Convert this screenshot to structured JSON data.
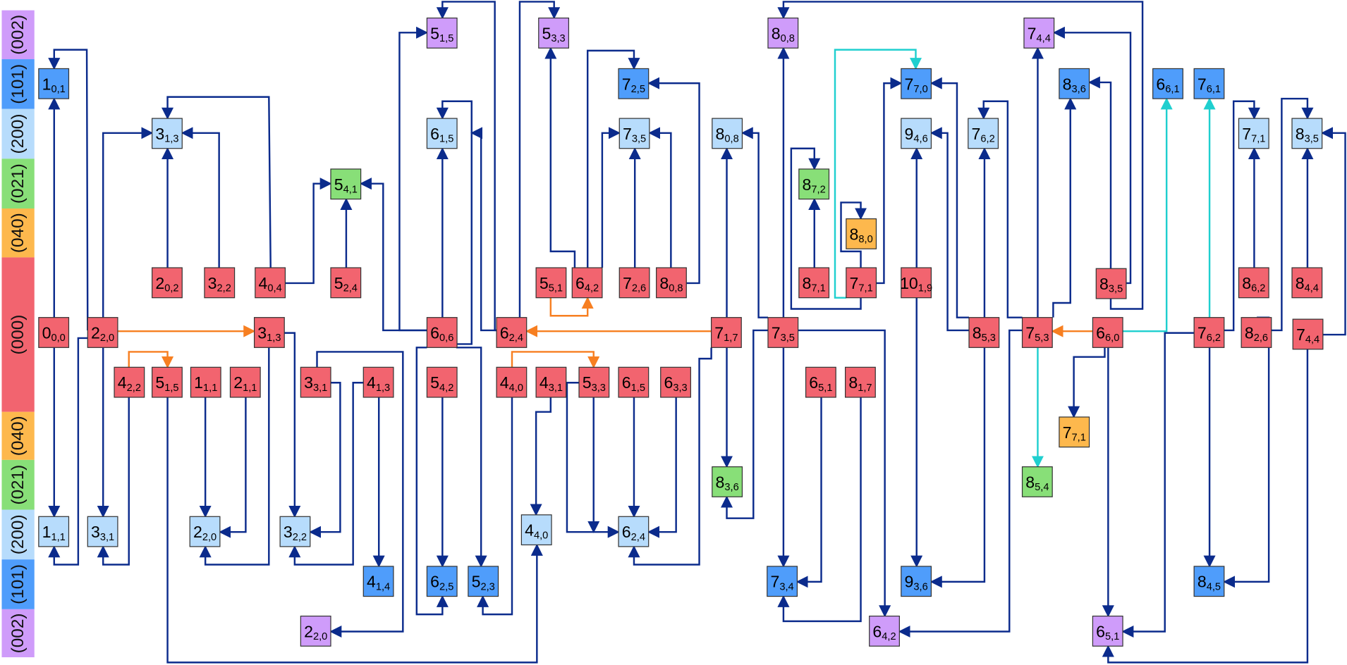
{
  "diagram": {
    "type": "state-transition-diagram",
    "bands": [
      {
        "id": "002a",
        "label": "(002)",
        "color": "#cf9cfa"
      },
      {
        "id": "101a",
        "label": "(101)",
        "color": "#4f9dfb"
      },
      {
        "id": "200a",
        "label": "(200)",
        "color": "#b7dcfc"
      },
      {
        "id": "021a",
        "label": "(021)",
        "color": "#88df78"
      },
      {
        "id": "040a",
        "label": "(040)",
        "color": "#fdb84d"
      },
      {
        "id": "000",
        "label": "(000)",
        "color": "#f2646f"
      },
      {
        "id": "040b",
        "label": "(040)",
        "color": "#fdb84d"
      },
      {
        "id": "021b",
        "label": "(021)",
        "color": "#88df78"
      },
      {
        "id": "200b",
        "label": "(200)",
        "color": "#b7dcfc"
      },
      {
        "id": "101b",
        "label": "(101)",
        "color": "#4f9dfb"
      },
      {
        "id": "002b",
        "label": "(002)",
        "color": "#cf9cfa"
      }
    ],
    "edge_colors": {
      "default": "#0b2b8c",
      "orange": "#f77f21",
      "cyan": "#1fcfcf"
    },
    "nodes": [
      {
        "id": "n1",
        "main": "1",
        "sub": "0,1",
        "band": "101a"
      },
      {
        "id": "n2",
        "main": "3",
        "sub": "1,3",
        "band": "200a"
      },
      {
        "id": "n3",
        "main": "5",
        "sub": "4,1",
        "band": "021a"
      },
      {
        "id": "n4",
        "main": "5",
        "sub": "1,5",
        "band": "002a"
      },
      {
        "id": "n5",
        "main": "6",
        "sub": "1,5",
        "band": "200a"
      },
      {
        "id": "n6",
        "main": "5",
        "sub": "3,3",
        "band": "002a"
      },
      {
        "id": "n7",
        "main": "7",
        "sub": "2,5",
        "band": "101a"
      },
      {
        "id": "n8",
        "main": "7",
        "sub": "3,5",
        "band": "200a"
      },
      {
        "id": "n9",
        "main": "8",
        "sub": "0,8",
        "band": "200a"
      },
      {
        "id": "n10",
        "main": "8",
        "sub": "0,8",
        "band": "002a"
      },
      {
        "id": "n11",
        "main": "8",
        "sub": "7,2",
        "band": "021a"
      },
      {
        "id": "n12",
        "main": "8",
        "sub": "8,0",
        "band": "040a"
      },
      {
        "id": "n13",
        "main": "7",
        "sub": "7,0",
        "band": "101a"
      },
      {
        "id": "n14",
        "main": "9",
        "sub": "4,6",
        "band": "200a"
      },
      {
        "id": "n15",
        "main": "7",
        "sub": "6,2",
        "band": "200a"
      },
      {
        "id": "n16",
        "main": "7",
        "sub": "4,4",
        "band": "002a"
      },
      {
        "id": "n17",
        "main": "8",
        "sub": "3,6",
        "band": "101a"
      },
      {
        "id": "n18",
        "main": "6",
        "sub": "6,1",
        "band": "101a"
      },
      {
        "id": "n19",
        "main": "7",
        "sub": "6,1",
        "band": "101a"
      },
      {
        "id": "n20",
        "main": "7",
        "sub": "7,1",
        "band": "200a"
      },
      {
        "id": "n21",
        "main": "8",
        "sub": "3,5",
        "band": "200a"
      },
      {
        "id": "n22",
        "main": "2",
        "sub": "0,2",
        "band": "000"
      },
      {
        "id": "n23",
        "main": "3",
        "sub": "2,2",
        "band": "000"
      },
      {
        "id": "n24",
        "main": "4",
        "sub": "0,4",
        "band": "000"
      },
      {
        "id": "n25",
        "main": "5",
        "sub": "2,4",
        "band": "000"
      },
      {
        "id": "n26",
        "main": "5",
        "sub": "5,1",
        "band": "000"
      },
      {
        "id": "n27",
        "main": "6",
        "sub": "4,2",
        "band": "000"
      },
      {
        "id": "n28",
        "main": "7",
        "sub": "2,6",
        "band": "000"
      },
      {
        "id": "n29",
        "main": "8",
        "sub": "0,8",
        "band": "000"
      },
      {
        "id": "n30",
        "main": "8",
        "sub": "7,1",
        "band": "000"
      },
      {
        "id": "n31",
        "main": "7",
        "sub": "7,1",
        "band": "000"
      },
      {
        "id": "n32",
        "main": "10",
        "sub": "1,9",
        "band": "000"
      },
      {
        "id": "n33",
        "main": "8",
        "sub": "3,5",
        "band": "000"
      },
      {
        "id": "n34",
        "main": "8",
        "sub": "6,2",
        "band": "000"
      },
      {
        "id": "n35",
        "main": "8",
        "sub": "4,4",
        "band": "000"
      },
      {
        "id": "n36",
        "main": "0",
        "sub": "0,0",
        "band": "000"
      },
      {
        "id": "n37",
        "main": "2",
        "sub": "2,0",
        "band": "000"
      },
      {
        "id": "n38",
        "main": "3",
        "sub": "1,3",
        "band": "000"
      },
      {
        "id": "n39",
        "main": "6",
        "sub": "0,6",
        "band": "000"
      },
      {
        "id": "n40",
        "main": "6",
        "sub": "2,4",
        "band": "000"
      },
      {
        "id": "n41",
        "main": "7",
        "sub": "1,7",
        "band": "000"
      },
      {
        "id": "n42",
        "main": "7",
        "sub": "3,5",
        "band": "000"
      },
      {
        "id": "n43",
        "main": "8",
        "sub": "5,3",
        "band": "000"
      },
      {
        "id": "n44",
        "main": "7",
        "sub": "5,3",
        "band": "000"
      },
      {
        "id": "n45",
        "main": "6",
        "sub": "6,0",
        "band": "000"
      },
      {
        "id": "n46",
        "main": "7",
        "sub": "6,2",
        "band": "000"
      },
      {
        "id": "n47",
        "main": "8",
        "sub": "2,6",
        "band": "000"
      },
      {
        "id": "n48",
        "main": "7",
        "sub": "4,4",
        "band": "000"
      },
      {
        "id": "n49",
        "main": "4",
        "sub": "2,2",
        "band": "000"
      },
      {
        "id": "n50",
        "main": "5",
        "sub": "1,5",
        "band": "000"
      },
      {
        "id": "n51",
        "main": "1",
        "sub": "1,1",
        "band": "000"
      },
      {
        "id": "n52",
        "main": "2",
        "sub": "1,1",
        "band": "000"
      },
      {
        "id": "n53",
        "main": "3",
        "sub": "3,1",
        "band": "000"
      },
      {
        "id": "n54",
        "main": "4",
        "sub": "1,3",
        "band": "000"
      },
      {
        "id": "n55",
        "main": "5",
        "sub": "4,2",
        "band": "000"
      },
      {
        "id": "n56",
        "main": "4",
        "sub": "4,0",
        "band": "000"
      },
      {
        "id": "n57",
        "main": "4",
        "sub": "3,1",
        "band": "000"
      },
      {
        "id": "n58",
        "main": "5",
        "sub": "3,3",
        "band": "000"
      },
      {
        "id": "n59",
        "main": "6",
        "sub": "1,5",
        "band": "000"
      },
      {
        "id": "n60",
        "main": "6",
        "sub": "3,3",
        "band": "000"
      },
      {
        "id": "n61",
        "main": "6",
        "sub": "5,1",
        "band": "000"
      },
      {
        "id": "n62",
        "main": "8",
        "sub": "1,7",
        "band": "000"
      },
      {
        "id": "n63",
        "main": "7",
        "sub": "7,1",
        "band": "040b"
      },
      {
        "id": "n64",
        "main": "8",
        "sub": "3,6",
        "band": "021b"
      },
      {
        "id": "n65",
        "main": "8",
        "sub": "5,4",
        "band": "021b"
      },
      {
        "id": "n66",
        "main": "1",
        "sub": "1,1",
        "band": "200b"
      },
      {
        "id": "n67",
        "main": "3",
        "sub": "3,1",
        "band": "200b"
      },
      {
        "id": "n68",
        "main": "2",
        "sub": "2,0",
        "band": "200b"
      },
      {
        "id": "n69",
        "main": "3",
        "sub": "2,2",
        "band": "200b"
      },
      {
        "id": "n70",
        "main": "4",
        "sub": "4,0",
        "band": "200b"
      },
      {
        "id": "n71",
        "main": "6",
        "sub": "2,4",
        "band": "200b"
      },
      {
        "id": "n72",
        "main": "4",
        "sub": "1,4",
        "band": "101b"
      },
      {
        "id": "n73",
        "main": "6",
        "sub": "2,5",
        "band": "101b"
      },
      {
        "id": "n74",
        "main": "5",
        "sub": "2,3",
        "band": "101b"
      },
      {
        "id": "n75",
        "main": "7",
        "sub": "3,4",
        "band": "101b"
      },
      {
        "id": "n76",
        "main": "9",
        "sub": "3,6",
        "band": "101b"
      },
      {
        "id": "n77",
        "main": "8",
        "sub": "4,5",
        "band": "101b"
      },
      {
        "id": "n78",
        "main": "2",
        "sub": "2,0",
        "band": "002b"
      },
      {
        "id": "n79",
        "main": "6",
        "sub": "4,2",
        "band": "002b"
      },
      {
        "id": "n80",
        "main": "6",
        "sub": "5,1",
        "band": "002b"
      }
    ]
  }
}
